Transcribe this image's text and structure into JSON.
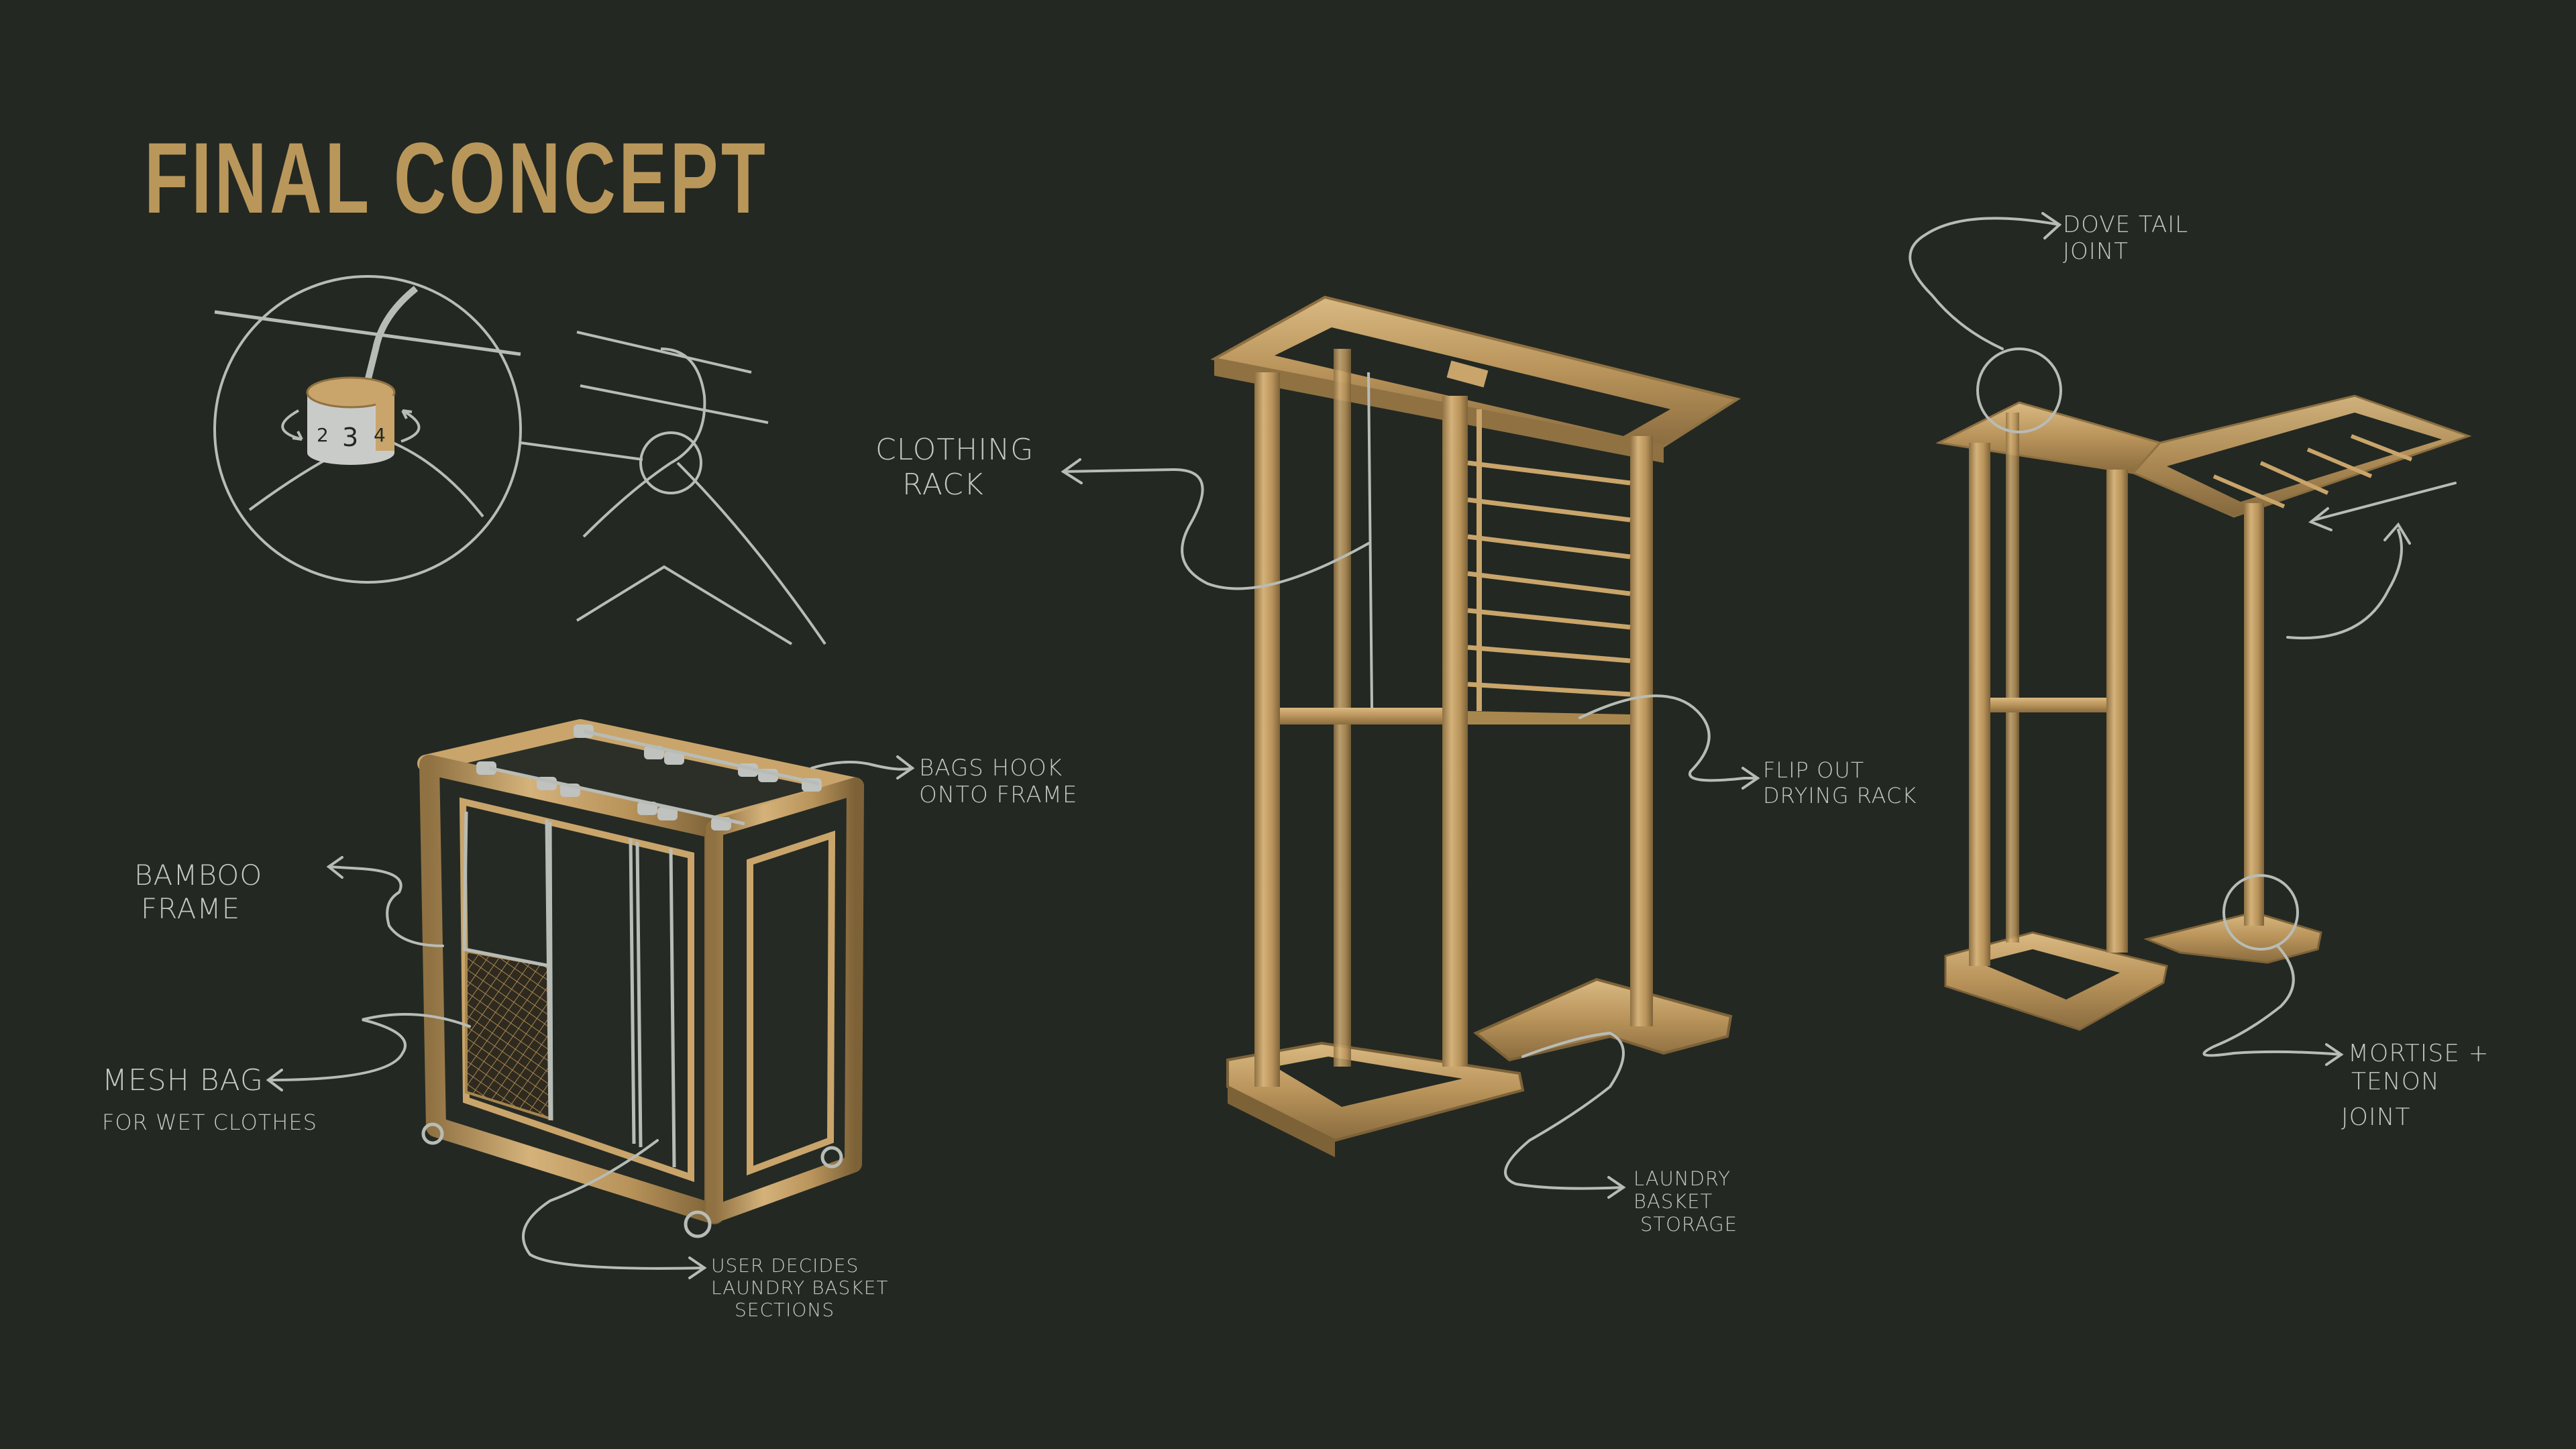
{
  "page": {
    "title": "FINAL CONCEPT",
    "colors": {
      "background": "#232822",
      "title": "#b9975b",
      "wood": "#c9a56b",
      "wood_dark": "#8f7142",
      "line": "#b8bcb6"
    }
  },
  "hanger_detail": {
    "dial_numbers": [
      "2",
      "3",
      "4"
    ]
  },
  "annotations": {
    "clothing_rack": [
      "CLOTHING",
      "RACK"
    ],
    "dove_tail": [
      "DOVE TAIL",
      "JOINT"
    ],
    "bags_hook": [
      "BAGS HOOK",
      "ONTO FRAME"
    ],
    "bamboo_frame": [
      "BAMBOO",
      "FRAME"
    ],
    "mesh_bag": [
      "MESH BAG"
    ],
    "mesh_bag_sub": [
      "FOR WET CLOTHES"
    ],
    "user_decides": [
      "USER DECIDES",
      "LAUNDRY BASKET",
      "SECTIONS"
    ],
    "flip_out": [
      "FLIP OUT",
      "DRYING RACK"
    ],
    "laundry_storage": [
      "LAUNDRY",
      "BASKET",
      "STORAGE"
    ],
    "mortise": [
      "MORTISE +",
      "TENON",
      "JOINT"
    ]
  }
}
